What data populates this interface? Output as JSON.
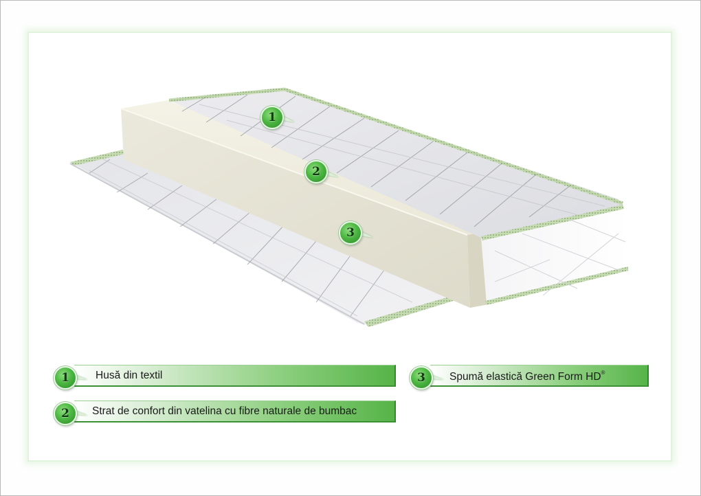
{
  "diagram": {
    "subject": "Mattress layer cross-section",
    "colors": {
      "frame_glow": "#e1f2dd",
      "badge_green": "#4cb842",
      "banner_end": "#56b448",
      "foam": "#efede0",
      "quilt": "#e6e7ea",
      "piping": "#b7cf9e"
    },
    "callouts": [
      {
        "number": "1",
        "target": "top quilted cover"
      },
      {
        "number": "2",
        "target": "comfort layer"
      },
      {
        "number": "3",
        "target": "foam core"
      }
    ]
  },
  "legend": {
    "items": [
      {
        "number": "1",
        "label": "Husă din textil"
      },
      {
        "number": "2",
        "label": "Strat de confort din vatelina cu fibre naturale de bumbac"
      },
      {
        "number": "3",
        "label": "Spumă elastică Green Form HD",
        "superscript": "®"
      }
    ]
  }
}
